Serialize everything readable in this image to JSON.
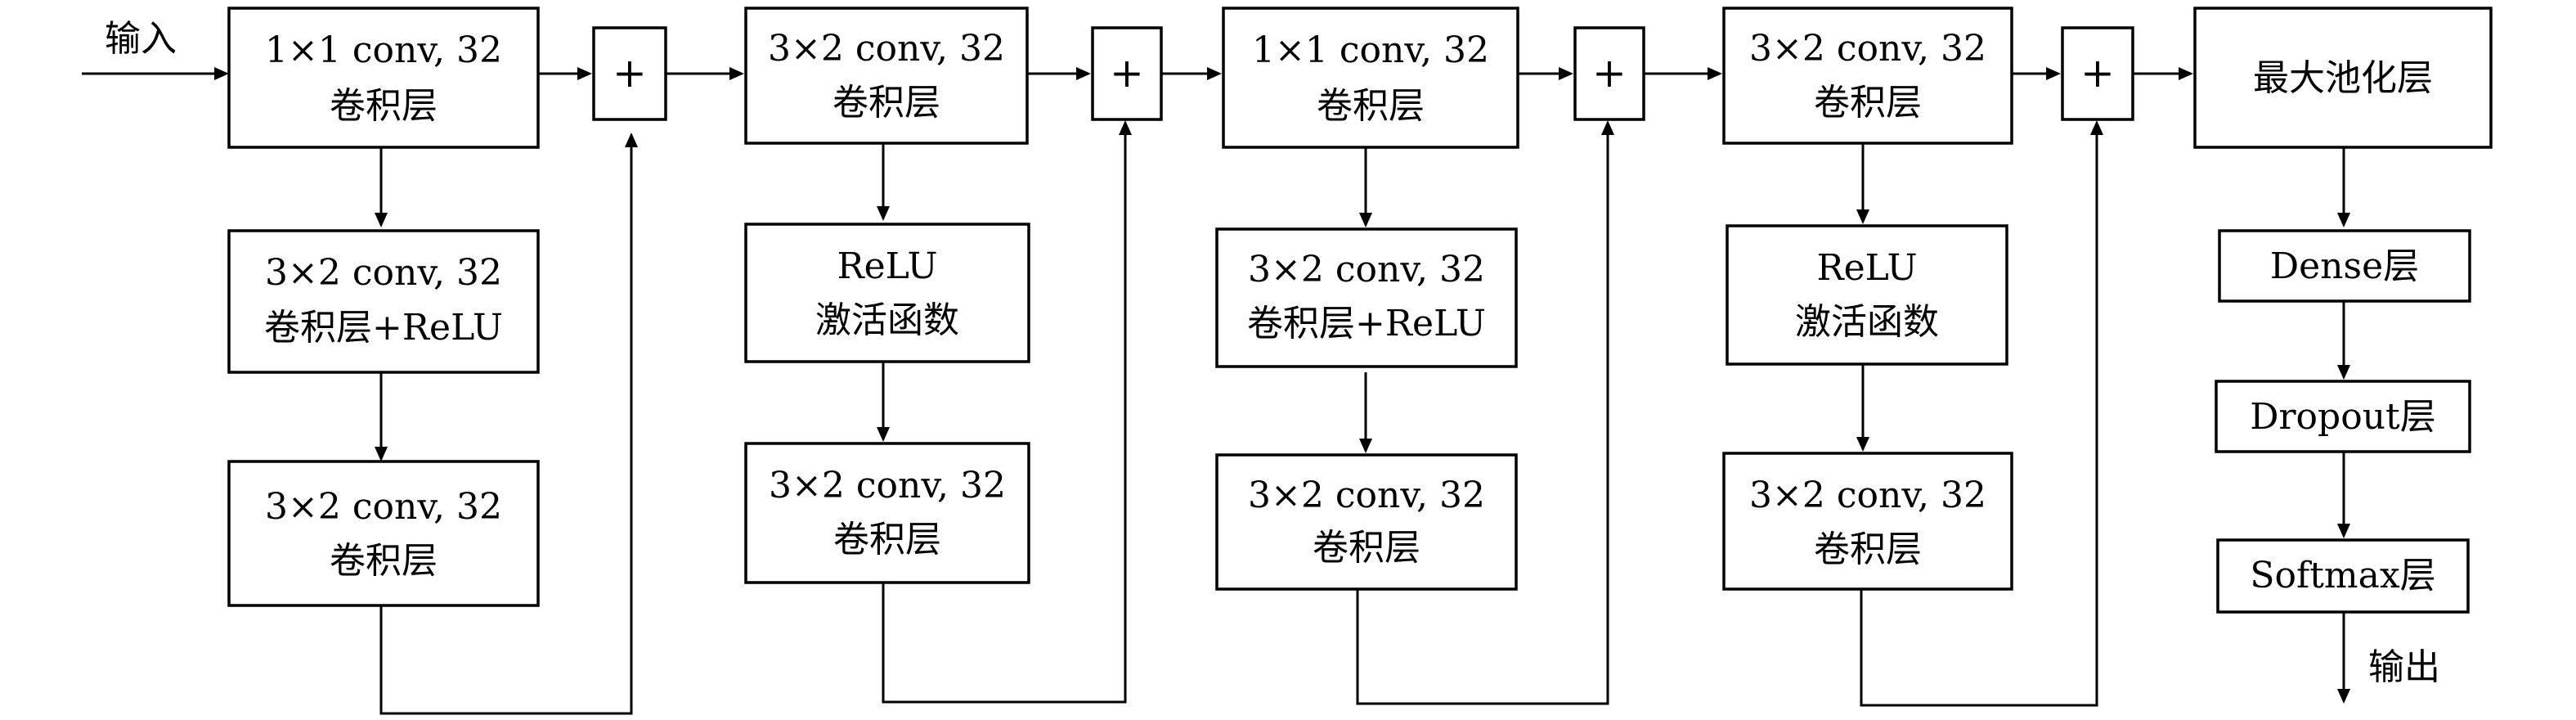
{
  "input_label": "输入",
  "output_label": "输出",
  "plus_symbol": "+",
  "columns": [
    {
      "top": [
        "1×1 conv, 32",
        "卷积层"
      ],
      "middle": [
        "3×2 conv, 32",
        "卷积层+ReLU"
      ],
      "bottom": [
        "3×2 conv, 32",
        "卷积层"
      ]
    },
    {
      "top": [
        "3×2 conv, 32",
        "卷积层"
      ],
      "middle": [
        "ReLU",
        "激活函数"
      ],
      "bottom": [
        "3×2 conv, 32",
        "卷积层"
      ]
    },
    {
      "top": [
        "1×1 conv, 32",
        "卷积层"
      ],
      "middle": [
        "3×2 conv, 32",
        "卷积层+ReLU"
      ],
      "bottom": [
        "3×2 conv, 32",
        "卷积层"
      ]
    },
    {
      "top": [
        "3×2 conv, 32",
        "卷积层"
      ],
      "middle": [
        "ReLU",
        "激活函数"
      ],
      "bottom": [
        "3×2 conv, 32",
        "卷积层"
      ]
    }
  ],
  "head": {
    "pool": "最大池化层",
    "dense": "Dense层",
    "dropout": "Dropout层",
    "softmax": "Softmax层"
  }
}
